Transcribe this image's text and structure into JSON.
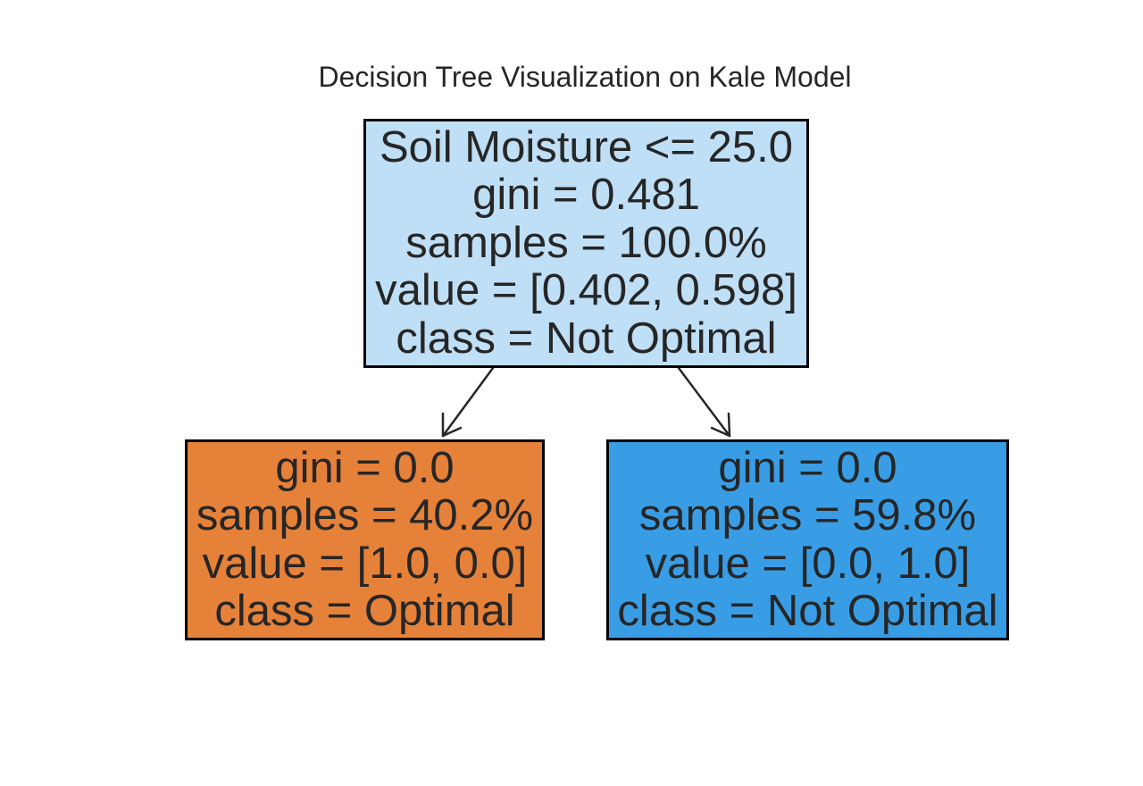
{
  "title": "Decision Tree Visualization on Kale Model",
  "colors": {
    "root_fill": "#bfdff6",
    "optimal_fill": "#e6813a",
    "not_optimal_fill": "#399de5",
    "border": "#000000",
    "text": "#262626",
    "edge": "#262626"
  },
  "tree": {
    "root": {
      "split": "Soil Moisture <= 25.0",
      "gini": "gini = 0.481",
      "samples": "samples = 100.0%",
      "value": "value = [0.402, 0.598]",
      "class": "class = Not Optimal"
    },
    "left": {
      "gini": "gini = 0.0",
      "samples": "samples = 40.2%",
      "value": "value = [1.0, 0.0]",
      "class": "class = Optimal"
    },
    "right": {
      "gini": "gini = 0.0",
      "samples": "samples = 59.8%",
      "value": "value = [0.0, 1.0]",
      "class": "class = Not Optimal"
    }
  }
}
